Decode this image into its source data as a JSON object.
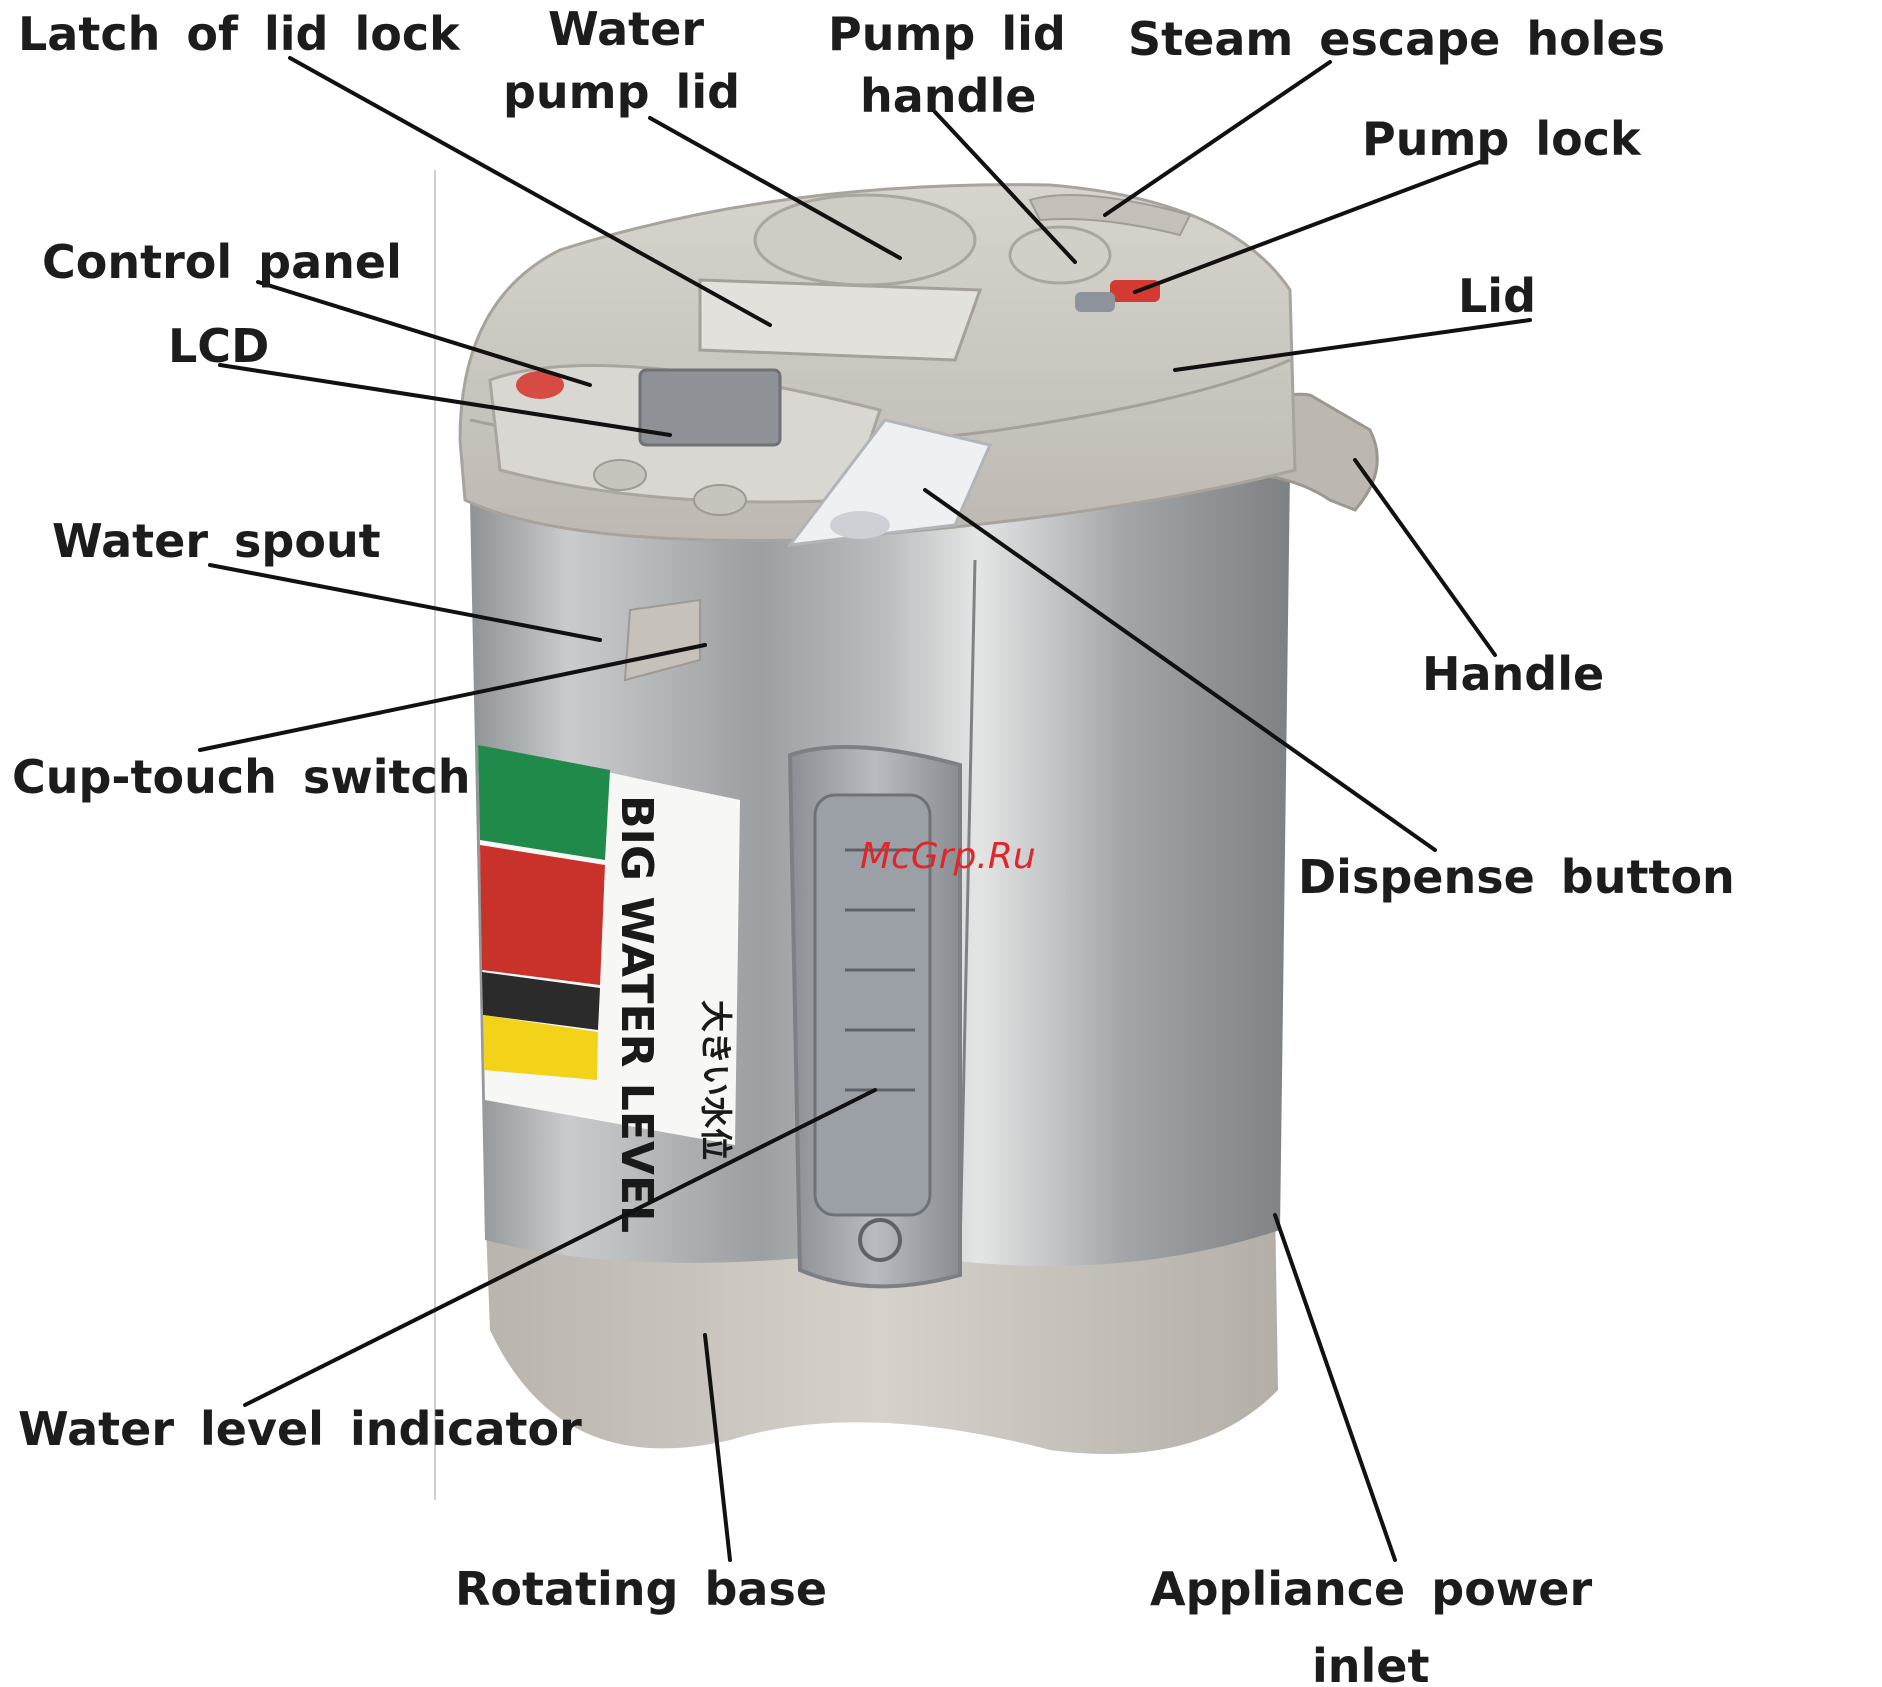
{
  "labels": {
    "latch": "Latch of lid lock",
    "water_pump_lid_1": "Water",
    "water_pump_lid_2": "pump lid",
    "pump_lid_handle_1": "Pump lid",
    "pump_lid_handle_2": "handle",
    "steam": "Steam escape holes",
    "pump_lock": "Pump lock",
    "control_panel": "Control panel",
    "lcd": "LCD",
    "lid": "Lid",
    "water_spout": "Water spout",
    "handle": "Handle",
    "cup_touch": "Cup-touch switch",
    "dispense": "Dispense button",
    "water_level": "Water level indicator",
    "rotating_base": "Rotating base",
    "power_inlet_1": "Appliance power",
    "power_inlet_2": "inlet"
  },
  "sticker": {
    "big_water_level": "BIG WATER LEVEL",
    "japanese": "大きい水位"
  },
  "watermark": "McGrp.Ru",
  "colors": {
    "body_metal": "#a9acae",
    "lid_beige": "#c9c6c0",
    "base_beige": "#c7c3bc",
    "sticker_green": "#1f8a4a",
    "sticker_red": "#c8322b",
    "sticker_yellow": "#f3d21a",
    "watermark_red": "#e0262b",
    "pump_lock_red": "#d23a32"
  }
}
